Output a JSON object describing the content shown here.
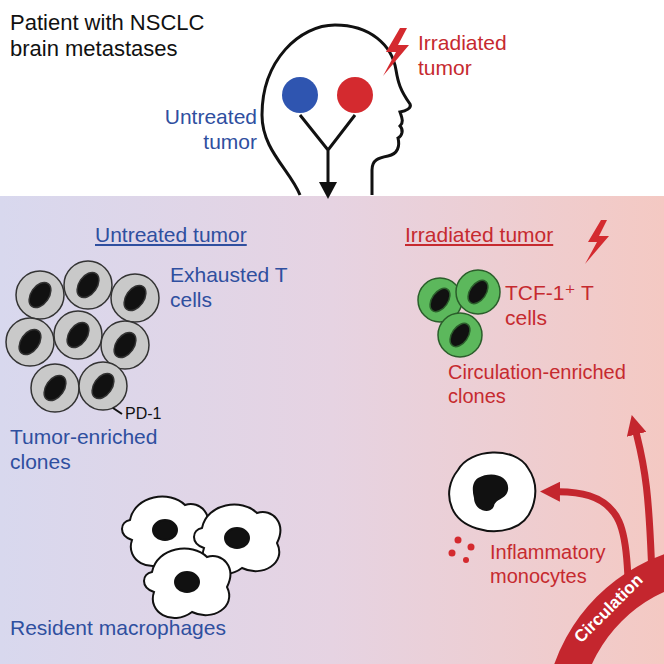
{
  "diagram": {
    "nodes": [
      {
        "text": [
          "TCF-1⁺ T cells",
          "Circulation-enriched clones"
        ]
      },
      {
        "text": [
          "Inflammatory monocytes"
        ]
      },
      {
        "text": [
          "Circulation"
        ]
      }
    ],
    "edges": [
      {
        "from": 2,
        "to": 0,
        "arrow": "to"
      },
      {
        "from": 2,
        "to": 1,
        "arrow": "to"
      }
    ],
    "labels": [
      "Patient with NSCLC brain metastases",
      "Irradiated tumor",
      "Untreated tumor",
      "Untreated tumor",
      "Exhausted T cells",
      "PD-1",
      "Tumor-enriched clones",
      "Resident macrophages",
      "Irradiated tumor"
    ]
  }
}
